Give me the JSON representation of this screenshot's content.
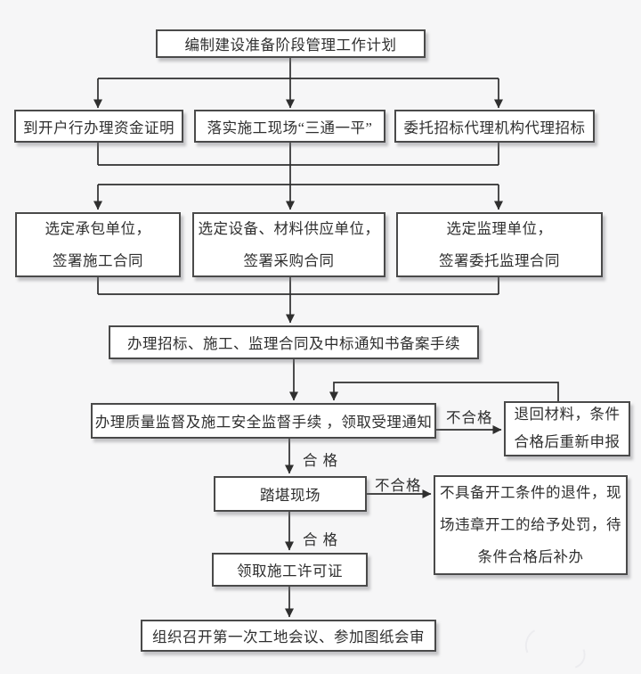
{
  "nodes": {
    "plan": "编制建设准备阶段管理工作计划",
    "fund": "到开户行办理资金证明",
    "site": "落实施工现场“三通一平”",
    "agency": "委托招标代理机构代理招标",
    "contractor": "选定承包单位，\n签署施工合同",
    "supplier": "选定设备、材料供应单位，\n签署采购合同",
    "supervision": "选定监理单位，\n签署委托监理合同",
    "filing": "办理招标、施工、监理合同及中标通知书备案手续",
    "quality": "办理质量监督及施工安全监督手续 ，领取受理通知",
    "return_materials": "退回材料，条件\n合格后重新申报",
    "site_visit": "踏堪现场",
    "reject": "不具备开工条件的退件，现\n场违章开工的给予处罚，待\n条件合格后补办",
    "license": "领取施工许可证",
    "meeting": "组织召开第一次工地会议、参加图纸会审"
  },
  "edge_labels": {
    "fail_quality": "不合格",
    "pass_quality": "合 格",
    "fail_site": "不合格",
    "pass_site": "合 格"
  },
  "colors": {
    "line": "#2f2f2f",
    "box_border": "#4a4a4a",
    "box_bg": "#ffffff",
    "text": "#2f2f2f",
    "background": "#f6f6f7"
  }
}
